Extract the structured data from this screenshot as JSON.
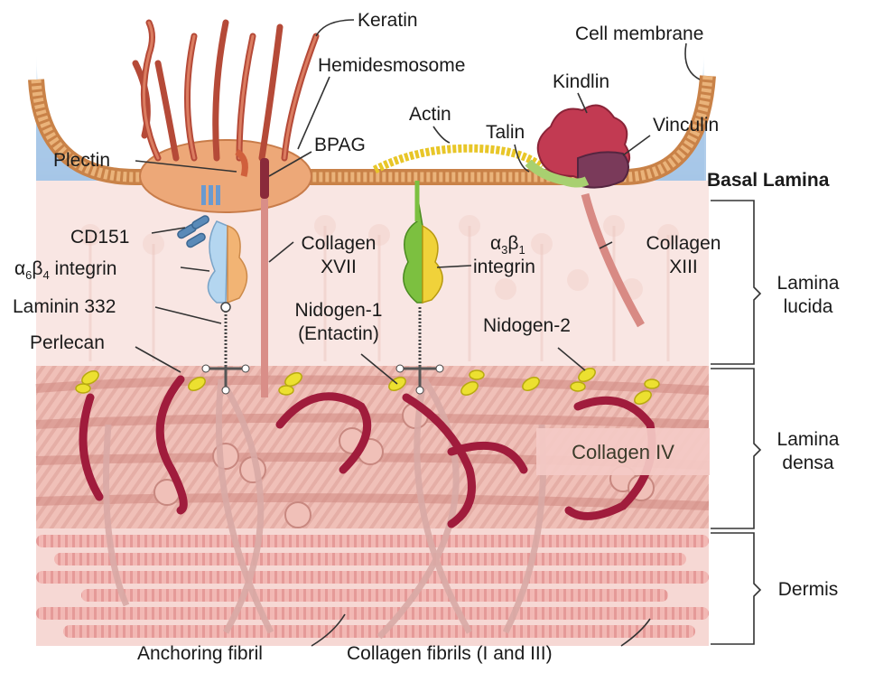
{
  "labels": {
    "keratin": "Keratin",
    "cell_membrane": "Cell membrane",
    "hemidesmosome": "Hemidesmosome",
    "kindlin": "Kindlin",
    "actin": "Actin",
    "talin": "Talin",
    "vinculin": "Vinculin",
    "plectin": "Plectin",
    "bpag": "BPAG",
    "basal_lamina": "Basal Lamina",
    "cd151": "CD151",
    "collagen_xvii_line1": "Collagen",
    "collagen_xvii_line2": "XVII",
    "a3b1_prefix": "α",
    "a3b1_sub1": "3",
    "a3b1_mid": "β",
    "a3b1_sub2": "1",
    "a3b1_line2": "integrin",
    "collagen_xiii_line1": "Collagen",
    "collagen_xiii_line2": "XIII",
    "a6b4_prefix": "α",
    "a6b4_sub1": "6",
    "a6b4_mid": "β",
    "a6b4_sub2": "4",
    "a6b4_suffix": " integrin",
    "lamina_lucida_line1": "Lamina",
    "lamina_lucida_line2": "lucida",
    "laminin_332": "Laminin 332",
    "nidogen1_line1": "Nidogen-1",
    "nidogen1_line2": "(Entactin)",
    "nidogen2": "Nidogen-2",
    "perlecan": "Perlecan",
    "collagen_iv": "Collagen IV",
    "lamina_densa_line1": "Lamina",
    "lamina_densa_line2": "densa",
    "dermis": "Dermis",
    "anchoring_fibril": "Anchoring fibril",
    "collagen_fibrils": "Collagen fibrils (I and III)"
  },
  "colors": {
    "cytoplasm": "#9fc4e6",
    "membrane": "#d99a5a",
    "hemidesmosome": "#e8a070",
    "keratin": "#b8503c",
    "kindlin": "#c23a52",
    "vinculin": "#7a3a5a",
    "actin": "#e8d040",
    "integrin_green": "#7cc040",
    "integrin_yellow": "#f0d040",
    "a6b4_blue": "#a8d0ee",
    "a6b4_orange": "#f0b070",
    "lamina_lucida": "#f8e4e0",
    "lamina_densa": "#eec0b8",
    "collagen_iv_box": "#f2c8c4",
    "perlecan": "#a02040",
    "nidogen": "#e8e030",
    "dermis": "#f4d4d0"
  }
}
